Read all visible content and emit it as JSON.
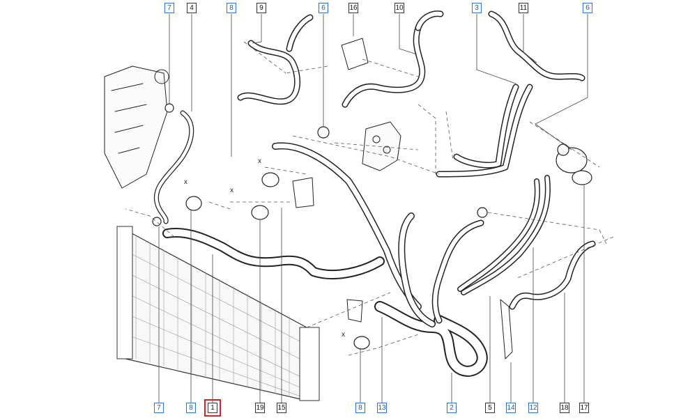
{
  "diagram": {
    "callouts_top": [
      {
        "label": "7",
        "style": "blue"
      },
      {
        "label": "4",
        "style": "plain"
      },
      {
        "label": "8",
        "style": "blue"
      },
      {
        "label": "9",
        "style": "plain"
      },
      {
        "label": "6",
        "style": "blue"
      },
      {
        "label": "16",
        "style": "plain"
      },
      {
        "label": "10",
        "style": "plain"
      },
      {
        "label": "3",
        "style": "blue"
      },
      {
        "label": "11",
        "style": "plain"
      },
      {
        "label": "6",
        "style": "blue"
      }
    ],
    "callouts_bottom": [
      {
        "label": "7",
        "style": "blue"
      },
      {
        "label": "8",
        "style": "blue"
      },
      {
        "label": "1",
        "style": "plain",
        "highlighted": true
      },
      {
        "label": "19",
        "style": "plain"
      },
      {
        "label": "15",
        "style": "plain"
      },
      {
        "label": "8",
        "style": "blue"
      },
      {
        "label": "13",
        "style": "blue"
      },
      {
        "label": "2",
        "style": "blue"
      },
      {
        "label": "5",
        "style": "plain"
      },
      {
        "label": "14",
        "style": "blue"
      },
      {
        "label": "12",
        "style": "blue"
      },
      {
        "label": "18",
        "style": "plain"
      },
      {
        "label": "17",
        "style": "plain"
      }
    ],
    "axis_marks": [
      "x",
      "x",
      "x",
      "x"
    ],
    "colors": {
      "line": "#222222",
      "blue_box": "#2a73c9",
      "highlight": "#d91f1f"
    }
  }
}
